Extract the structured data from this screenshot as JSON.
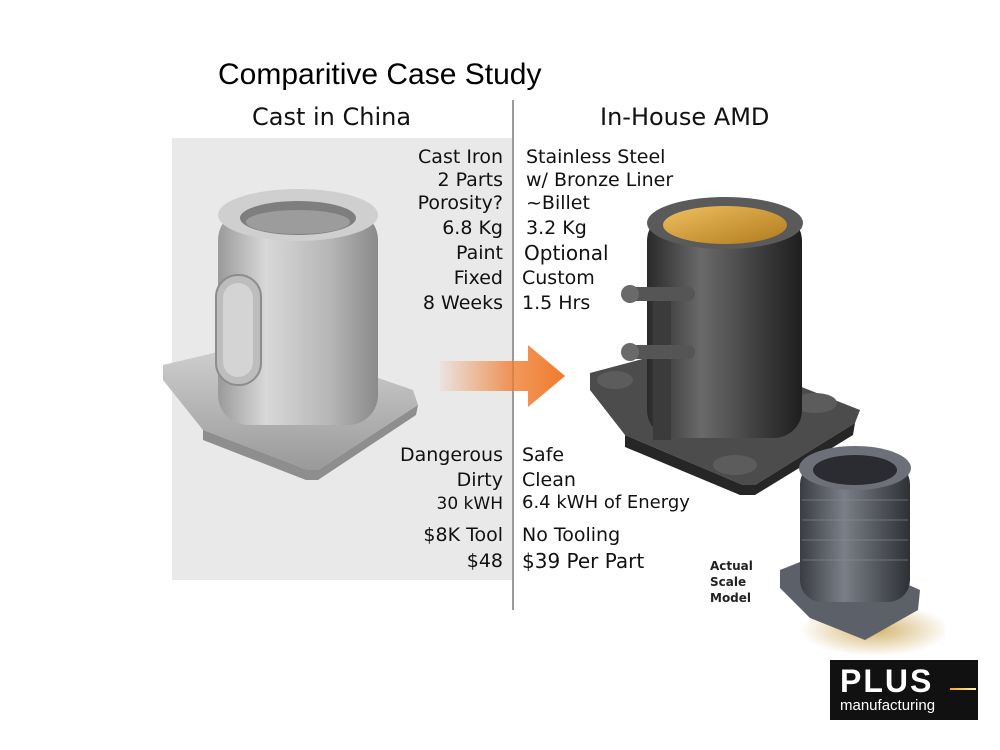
{
  "title": "Comparitive Case Study",
  "headers": {
    "left": "Cast in China",
    "right": "In-House AMD"
  },
  "comparison_top": [
    {
      "left": "Cast Iron",
      "right": "Stainless Steel"
    },
    {
      "left": "2 Parts",
      "right": "w/ Bronze Liner"
    },
    {
      "left": "Porosity?",
      "right": "~Billet"
    },
    {
      "left": "6.8 Kg",
      "right": "3.2 Kg"
    },
    {
      "left": "Paint",
      "right": "Optional"
    },
    {
      "left": "Fixed",
      "right": "Custom"
    },
    {
      "left": "8 Weeks",
      "right": "1.5 Hrs"
    }
  ],
  "comparison_bottom": [
    {
      "left": "Dangerous",
      "right": "Safe"
    },
    {
      "left": "Dirty",
      "right": "Clean"
    },
    {
      "left": "30 kWH",
      "right": "6.4 kWH of Energy"
    },
    {
      "left": "$8K Tool",
      "right": "No Tooling"
    },
    {
      "left": "$48",
      "right": "$39 Per Part"
    }
  ],
  "caption": {
    "line1": "Actual",
    "line2": "Scale",
    "line3": "Model"
  },
  "logo": {
    "line1": "PLUS",
    "line2": "manufacturing"
  },
  "colors": {
    "arrow": "#ef7a2c",
    "liner": "#d9a033",
    "cast_part": "#bcbcbc",
    "amd_part": "#3d3d3d"
  }
}
